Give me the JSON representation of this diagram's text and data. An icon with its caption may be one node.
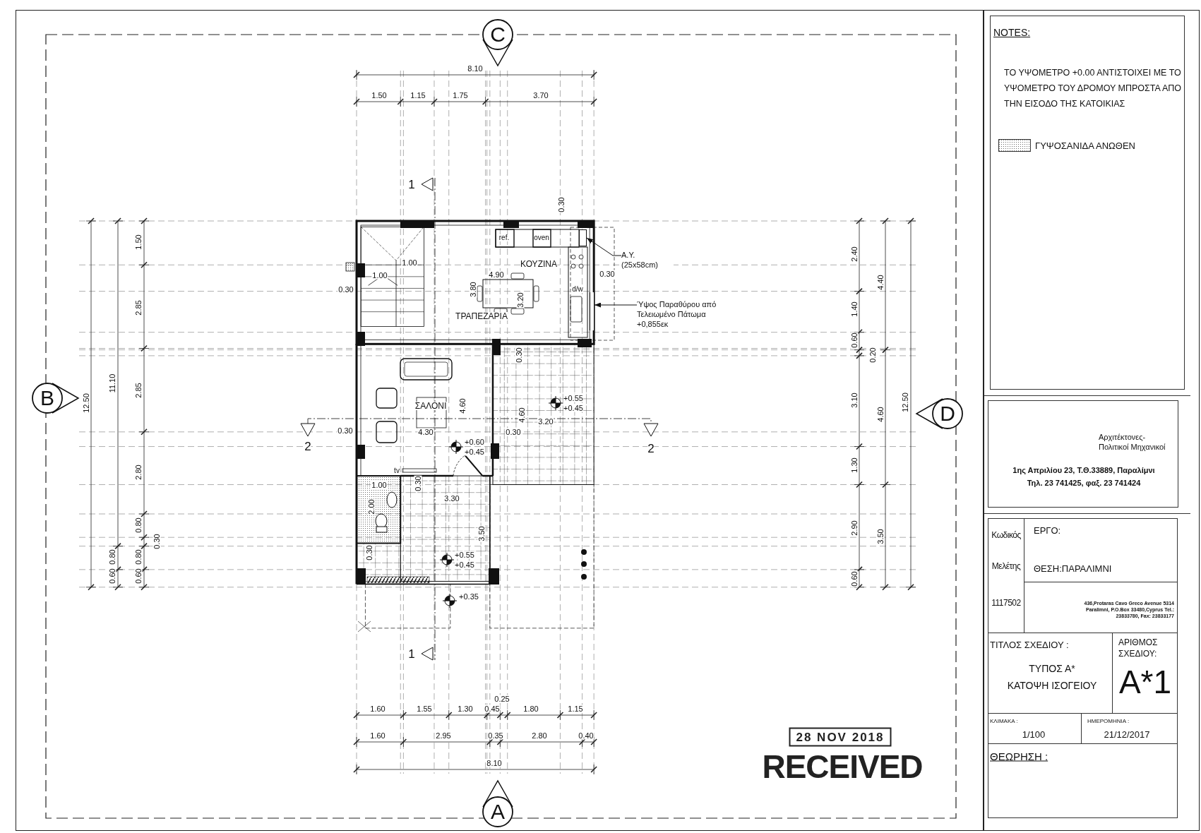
{
  "diagram": {
    "nodes": [
      {
        "text": [
          "C"
        ]
      },
      {
        "text": [],
        "shape": "box"
      },
      {
        "text": [
          "Α.Υ. (25x58cm)"
        ]
      },
      {
        "text": [],
        "shape": "bar"
      },
      {
        "text": [
          "Ύψος Παραθύρου από Τελειωμένο Πάτωμα +0,855εκ"
        ]
      },
      {
        "text": [
          "B"
        ]
      },
      {
        "text": [
          "D"
        ]
      },
      {
        "text": [
          "A"
        ]
      }
    ],
    "edges": [
      {
        "from": 2,
        "to": 1,
        "arrow": "to"
      },
      {
        "from": 4,
        "to": 3,
        "arrow": "to"
      }
    ],
    "labels": [
      "NOTES:",
      "8.10",
      "1.50",
      "1.15",
      "1.75",
      "3.70",
      "ΤΟ ΥΨΟΜΕΤΡΟ +0.00 ΑΝΤΙΣΤΟΙΧΕΙ ΜΕ ΤΟ ΥΨΟΜΕΤΡΟ ΤΟΥ ΔΡΟΜΟΥ ΜΠΡΟΣΤΑ ΑΠΟ ΤΗΝ ΕΙΣΟΔΟ ΤΗΣ ΚΑΤΟΙΚΙΑΣ",
      "1",
      "0.30",
      "1.50",
      "ref.",
      "oven",
      "2.40",
      "1.00",
      "ΚΟΥΖΙΝΑ",
      "1.00",
      "4.90",
      "0.30",
      "4.40",
      "0.30",
      "3.80",
      "d/w",
      "3.20",
      "2.85",
      "1.40",
      "ΤΡΑΠΕΖΑΡΙΑ",
      "0.60",
      "0.30",
      "0.20",
      "11.10",
      "2.85",
      "12.50",
      "ΣΑΛΟΝΙ",
      "4.60",
      "4.60",
      "3.20",
      "+0.55",
      "+0.45",
      "3.10",
      "4.60",
      "12.50",
      "2",
      "0.30",
      "4.30",
      "+0.60",
      "+0.45",
      "0.30",
      "2",
      "Αρχιτέκτονες- Πολιτικοί Μηχανικοί",
      "2.80",
      "tv",
      "1.30",
      "1ης Απριλίου 23, Τ.Θ.33889, Παραλίμνι",
      "1.00",
      "0.30",
      "Τηλ. 23 741425, φαξ. 23 741424",
      "3.30",
      "2.00",
      "0.80",
      "0.30",
      "3.50",
      "2.90",
      "3.50",
      "Κωδικός",
      "ΕΡΓΟ:",
      "0.80",
      "0.80",
      "0.30",
      "+0.55",
      "+0.45",
      "Μελέτης",
      "ΘΕΣΗ:ΠΑΡΑΛΙΜΝΙ",
      "0.60",
      "0.60",
      "0.60",
      "+0.35",
      "1117502",
      "436,Protaras Cavo Greco Avenue 5314 Paralimni, P.O.Box 33480,Cyprus Tel.: 23833780, Fax: 23833177",
      "1",
      "ΤΙΤΛΟΣ ΣΧΕΔΙΟΥ :",
      "ΑΡΙΘΜΟΣ ΣΧΕΔΙΟΥ:",
      "ΤΥΠΟΣ Α*",
      "ΚΑΤΟΨΗ ΙΣΟΓΕΙΟΥ",
      "Α*1",
      "0.25",
      "1.60",
      "1.55",
      "1.30",
      "0.45",
      "1.80",
      "1.15",
      "ΚΛΙΜΑΚΑ :",
      "ΗΜΕΡΟΜΗΝΙΑ :",
      "1.60",
      "2.95",
      "0.35",
      "2.80",
      "0.40",
      "28 NOV 2018",
      "1/100",
      "21/12/2017",
      "8.10",
      "RECEIVED",
      "ΘΕΩΡΗΣΗ :"
    ],
    "legend": [
      {
        "text": "ΓΥΨΟΣΑΝΙΔΑ ΑΝΩΘΕΝ"
      }
    ]
  }
}
